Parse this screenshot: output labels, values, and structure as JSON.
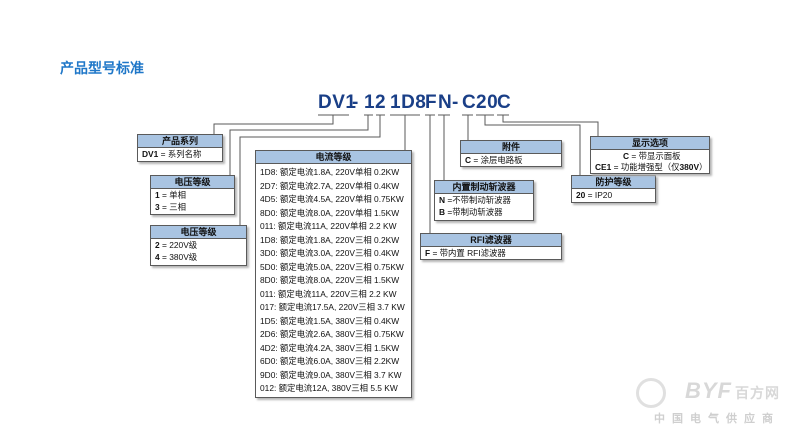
{
  "title": "产品型号标准",
  "model_parts": [
    "DV1",
    "-",
    "1",
    "2",
    "1D8",
    "F",
    "N",
    "-",
    "C",
    "20",
    "C"
  ],
  "boxes": {
    "series": {
      "header": "产品系列",
      "rows": [
        {
          "code": "DV1",
          "text": "= 系列名称"
        }
      ]
    },
    "voltage_level": {
      "header": "电压等级",
      "rows": [
        {
          "code": "1",
          "text": "= 单相"
        },
        {
          "code": "3",
          "text": "= 三相"
        }
      ]
    },
    "voltage_level2": {
      "header": "电压等级",
      "rows": [
        {
          "code": "2",
          "text": "= 220V级"
        },
        {
          "code": "4",
          "text": "= 380V级"
        }
      ]
    },
    "current_level": {
      "header": "电流等级",
      "rows": [
        "1D8: 额定电流1.8A, 220V单相 0.2KW",
        "2D7: 额定电流2.7A, 220V单相 0.4KW",
        "4D5: 额定电流4.5A, 220V单相 0.75KW",
        "8D0: 额定电流8.0A, 220V单相 1.5KW",
        "011: 额定电流11A, 220V单相 2.2 KW",
        "1D8: 额定电流1.8A, 220V三相 0.2KW",
        "3D0: 额定电流3.0A, 220V三相 0.4KW",
        "5D0: 额定电流5.0A, 220V三相 0.75KW",
        "8D0: 额定电流8.0A, 220V三相 1.5KW",
        "011: 额定电流11A, 220V三相 2.2 KW",
        "017: 额定电流17.5A, 220V三相 3.7 KW",
        "1D5: 额定电流1.5A, 380V三相 0.4KW",
        "2D6: 额定电流2.6A, 380V三相 0.75KW",
        "4D2: 额定电流4.2A, 380V三相 1.5KW",
        "6D0: 额定电流6.0A, 380V三相 2.2KW",
        "9D0: 额定电流9.0A, 380V三相 3.7 KW",
        "012: 额定电流12A, 380V三相 5.5 KW"
      ]
    },
    "brake": {
      "header": "内置制动斩波器",
      "rows": [
        {
          "code": "N",
          "text": "=不带制动斩波器"
        },
        {
          "code": "B",
          "text": "=带制动斩波器"
        }
      ]
    },
    "rfi": {
      "header": "RFI滤波器",
      "rows": [
        {
          "code": "F",
          "text": "= 带内置 RFI滤波器"
        }
      ]
    },
    "accessory": {
      "header": "附件",
      "rows": [
        {
          "code": "C",
          "text": "= 涂层电路板"
        }
      ]
    },
    "protection": {
      "header": "防护等级",
      "rows": [
        {
          "code": "20",
          "text": "= IP20"
        }
      ]
    },
    "display": {
      "header": "显示选项",
      "rows": [
        {
          "code": "C",
          "text": "= 带显示面板"
        },
        {
          "code": "CE1",
          "text": "= 功能增强型（仅",
          "bold_tail": "380V",
          "tail": "）"
        }
      ]
    }
  },
  "watermark": {
    "brand": "BYF",
    "brand_suffix": "百方网",
    "tagline": "中国电气供应商"
  },
  "colors": {
    "title": "#1f77c8",
    "model": "#1a3f87",
    "header_fill": "#a9c4e2",
    "line": "#5a5a5a"
  }
}
